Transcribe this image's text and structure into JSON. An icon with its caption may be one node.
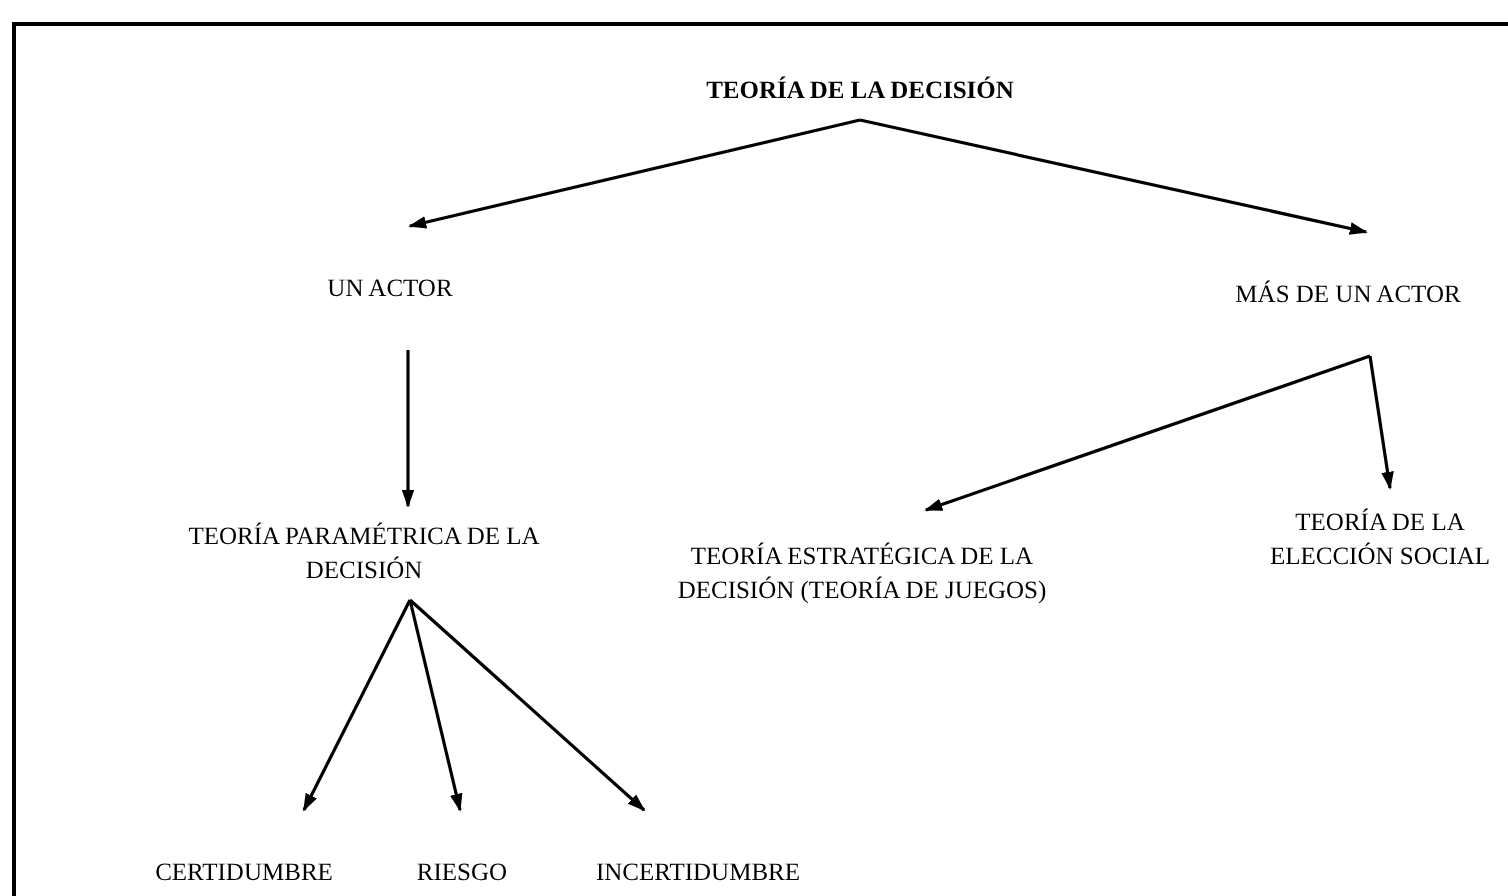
{
  "diagram": {
    "nodes": [
      {
        "text": [
          "TEORÍA DE LA DECISIÓN"
        ]
      },
      {
        "text": [
          "UN ACTOR"
        ]
      },
      {
        "text": [
          "MÁS DE UN ACTOR"
        ]
      },
      {
        "text": [
          "TEORÍA PARAMÉTRICA DE LA DECISIÓN"
        ]
      },
      {
        "text": [
          "TEORÍA ESTRATÉGICA DE LA DECISIÓN (TEORÍA DE JUEGOS)"
        ]
      },
      {
        "text": [
          "TEORÍA DE LA ELECCIÓN SOCIAL"
        ]
      },
      {
        "text": [
          "CERTIDUMBRE"
        ]
      },
      {
        "text": [
          "RIESGO"
        ]
      },
      {
        "text": [
          "INCERTIDUMBRE"
        ]
      }
    ],
    "edges": [
      {
        "from": 0,
        "to": 1,
        "arrow": "to"
      },
      {
        "from": 0,
        "to": 2,
        "arrow": "to"
      },
      {
        "from": 1,
        "to": 3,
        "arrow": "to"
      },
      {
        "from": 2,
        "to": 4,
        "arrow": "to"
      },
      {
        "from": 2,
        "to": 5,
        "arrow": "to"
      },
      {
        "from": 3,
        "to": 6,
        "arrow": "to"
      },
      {
        "from": 3,
        "to": 7,
        "arrow": "to"
      },
      {
        "from": 3,
        "to": 8,
        "arrow": "to"
      }
    ]
  }
}
